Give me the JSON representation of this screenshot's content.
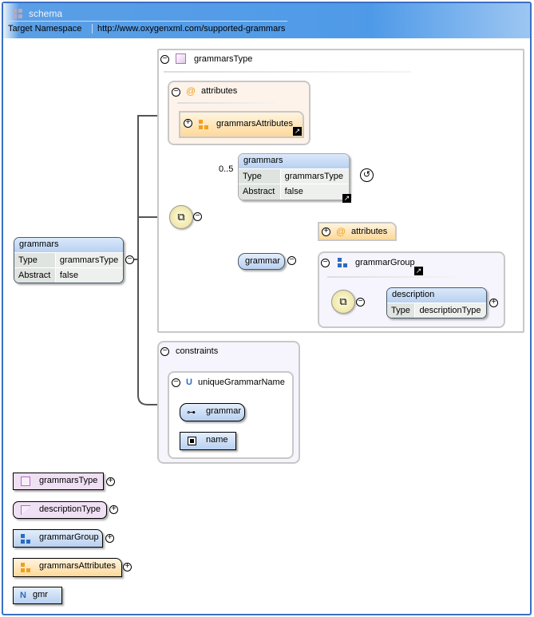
{
  "header": {
    "title": "schema",
    "namespace_label": "Target Namespace",
    "namespace_value": "http://www.oxygenxml.com/supported-grammars"
  },
  "root": {
    "name": "grammars",
    "type_label": "Type",
    "type_value": "grammarsType",
    "abstract_label": "Abstract",
    "abstract_value": "false"
  },
  "complex_type": {
    "name": "grammarsType",
    "attributes": {
      "label": "attributes",
      "group": "grammarsAttributes"
    },
    "child_grammars": {
      "occurs": "0..5",
      "name": "grammars",
      "type_label": "Type",
      "type_value": "grammarsType",
      "abstract_label": "Abstract",
      "abstract_value": "false"
    },
    "child_grammar": {
      "name": "grammar",
      "attributes_label": "attributes",
      "group": "grammarGroup",
      "description": {
        "name": "description",
        "type_label": "Type",
        "type_value": "descriptionType"
      }
    }
  },
  "constraints": {
    "label": "constraints",
    "unique_icon": "U",
    "unique_name": "uniqueGrammarName",
    "selector": "grammar",
    "field": "name"
  },
  "components": [
    {
      "name": "grammarsType",
      "kind": "complex-type",
      "color": "#f0e0f4"
    },
    {
      "name": "descriptionType",
      "kind": "simple-type",
      "color": "#f0e0f4"
    },
    {
      "name": "grammarGroup",
      "kind": "group",
      "color": "#cfe0f7"
    },
    {
      "name": "grammarsAttributes",
      "kind": "attribute-group",
      "color": "#fde6bd"
    },
    {
      "name": "gmr",
      "kind": "namespace",
      "icon": "N",
      "color": "#cfe0f7"
    }
  ]
}
